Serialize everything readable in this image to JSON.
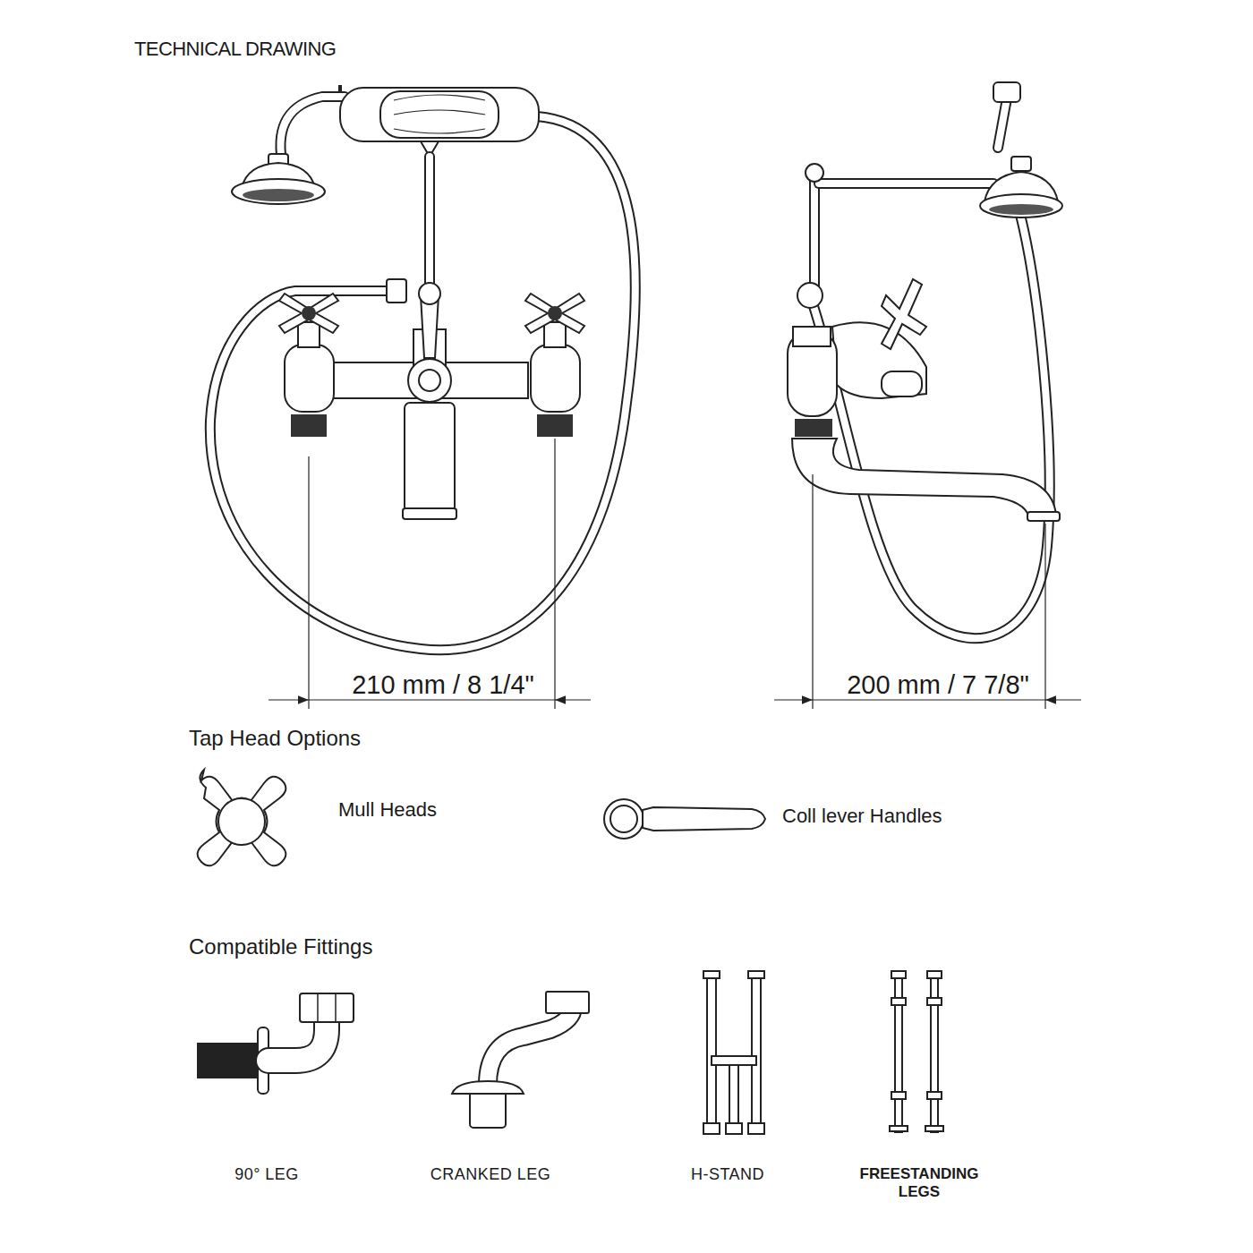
{
  "diagram": {
    "title": "TECHNICAL DRAWING",
    "labels": [
      "210 mm / 8 1/4\"",
      "200 mm / 7 7/8\"",
      "Tap Head Options",
      "Mull Heads",
      "Coll lever Handles",
      "Compatible Fittings",
      "90° LEG",
      "CRANKED LEG",
      "H-STAND",
      "FREESTANDING LEGS"
    ]
  }
}
